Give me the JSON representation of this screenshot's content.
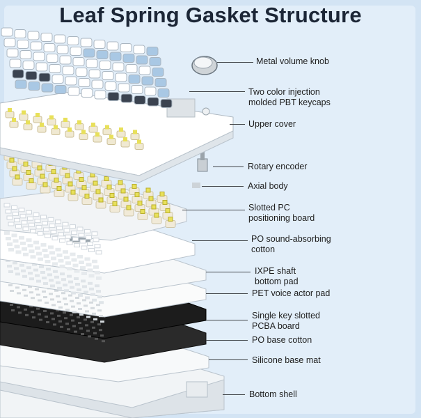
{
  "title": "Leaf Spring Gasket Structure",
  "colors": {
    "background": "#d3e4f4",
    "title": "#1c2636",
    "keycap_blue": "#a9c8e4",
    "keycap_dark": "#3b4350",
    "switch_yellow": "#e8e05a",
    "pcb_black": "#1c1c1c"
  },
  "layers": [
    {
      "id": "knob",
      "label": "Metal volume knob"
    },
    {
      "id": "keycaps",
      "label": "Two color injection\nmolded PBT keycaps"
    },
    {
      "id": "upper",
      "label": "Upper cover"
    },
    {
      "id": "encoder",
      "label": "Rotary encoder"
    },
    {
      "id": "axial",
      "label": "Axial body"
    },
    {
      "id": "plate",
      "label": "Slotted PC\npositioning board"
    },
    {
      "id": "po_sound",
      "label": "PO sound-absorbing\ncotton"
    },
    {
      "id": "ixpe",
      "label": "IXPE shaft\nbottom pad"
    },
    {
      "id": "pet",
      "label": "PET voice actor pad"
    },
    {
      "id": "pcb",
      "label": "Single key slotted\nPCBA board"
    },
    {
      "id": "po_base",
      "label": "PO base cotton"
    },
    {
      "id": "silicone",
      "label": "Silicone base mat"
    },
    {
      "id": "bottom",
      "label": "Bottom shell"
    }
  ]
}
